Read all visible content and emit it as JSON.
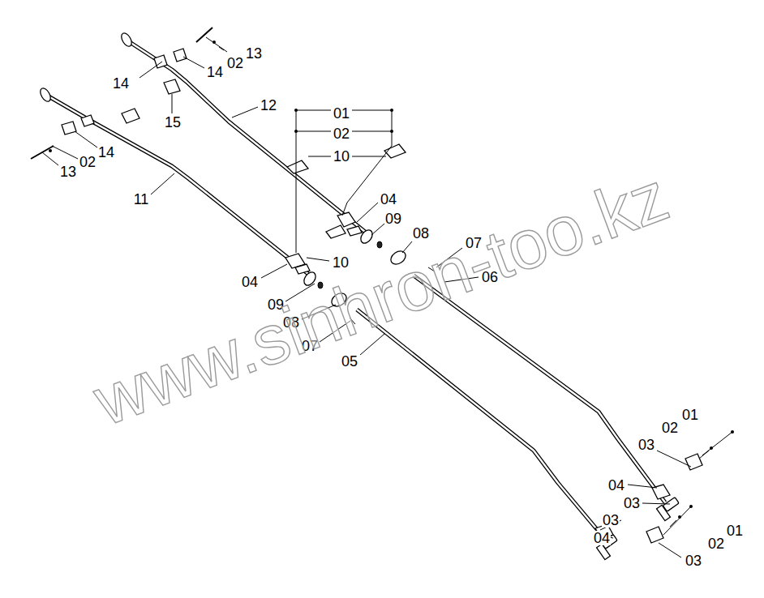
{
  "diagram": {
    "labels": [
      "13",
      "02",
      "14",
      "14",
      "15",
      "12",
      "01",
      "02",
      "10",
      "14",
      "02",
      "13",
      "11",
      "04",
      "09",
      "08",
      "07",
      "06",
      "10",
      "04",
      "09",
      "08",
      "07",
      "05",
      "01",
      "02",
      "03",
      "04",
      "03",
      "03",
      "04",
      "01",
      "02",
      "03",
      "www.sinhron-too.kz"
    ]
  }
}
